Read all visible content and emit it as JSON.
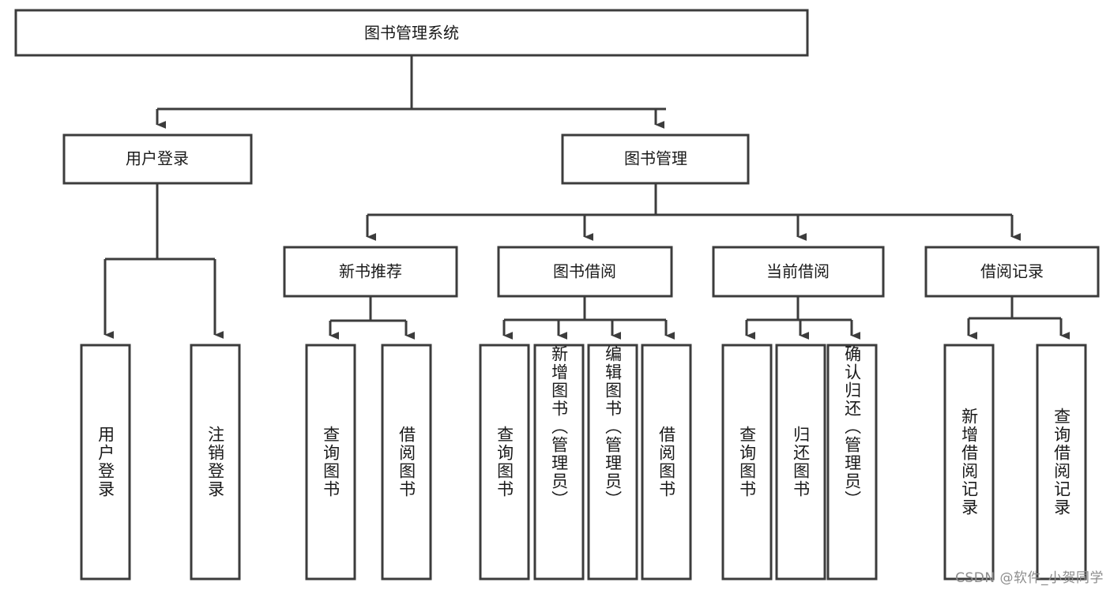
{
  "diagram": {
    "title": "图书管理系统",
    "type": "tree-hierarchy-diagram",
    "colors": {
      "background": "#ffffff",
      "box_stroke": "#3c3c3c",
      "box_fill": "#ffffff",
      "text": "#1a1a1a",
      "watermark": "#8d8d8d"
    },
    "root": {
      "label": "图书管理系统"
    },
    "level2": [
      {
        "label": "用户登录"
      },
      {
        "label": "图书管理"
      }
    ],
    "level3": [
      {
        "label": "新书推荐"
      },
      {
        "label": "图书借阅"
      },
      {
        "label": "当前借阅"
      },
      {
        "label": "借阅记录"
      }
    ],
    "leaves": {
      "user_login": [
        {
          "label": "用户登录"
        },
        {
          "label": "注销登录"
        }
      ],
      "new_book_recommend": [
        {
          "label": "查询图书"
        },
        {
          "label": "借阅图书"
        }
      ],
      "book_borrow": [
        {
          "label": "查询图书"
        },
        {
          "label": "新增图书（管理员）"
        },
        {
          "label": "编辑图书（管理员）"
        },
        {
          "label": "借阅图书"
        }
      ],
      "current_borrow": [
        {
          "label": "查询图书"
        },
        {
          "label": "归还图书"
        },
        {
          "label": "确认归还（管理员）"
        }
      ],
      "borrow_record": [
        {
          "label": "新增借阅记录"
        },
        {
          "label": "查询借阅记录"
        }
      ]
    },
    "watermark": "CSDN @软件_小贺同学"
  }
}
